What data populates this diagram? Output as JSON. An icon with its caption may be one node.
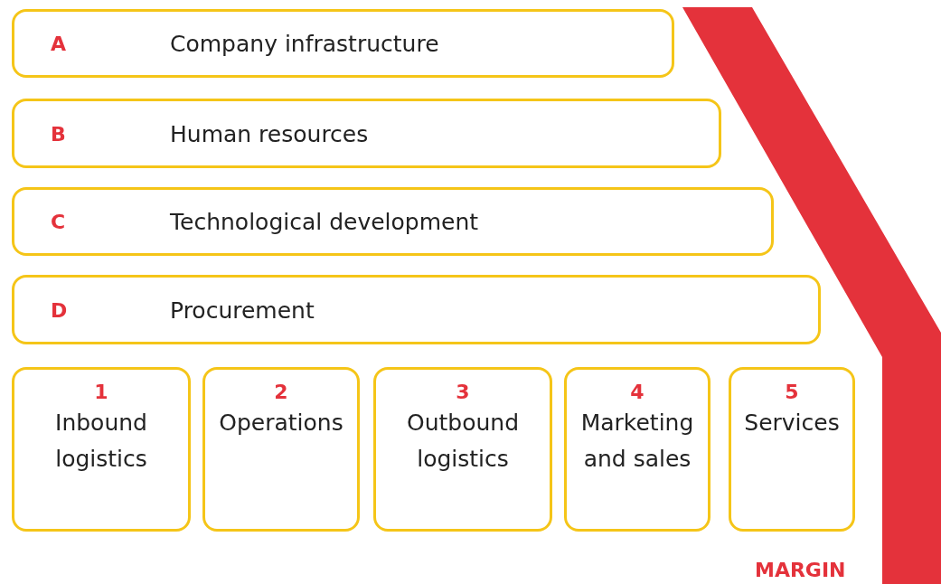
{
  "diagram": {
    "nodes": [
      {
        "text": [
          "A",
          "Company infrastructure"
        ]
      },
      {
        "text": [
          "B",
          "Human resources"
        ]
      },
      {
        "text": [
          "C",
          "Technological development"
        ]
      },
      {
        "text": [
          "D",
          "Procurement"
        ]
      },
      {
        "text": [
          "1",
          "Inbound logistics"
        ]
      },
      {
        "text": [
          "2",
          "Operations"
        ]
      },
      {
        "text": [
          "3",
          "Outbound logistics"
        ]
      },
      {
        "text": [
          "4",
          "Marketing and sales"
        ]
      },
      {
        "text": [
          "5",
          "Services"
        ]
      },
      {
        "text": [
          "MARGIN"
        ]
      }
    ],
    "edges": []
  }
}
